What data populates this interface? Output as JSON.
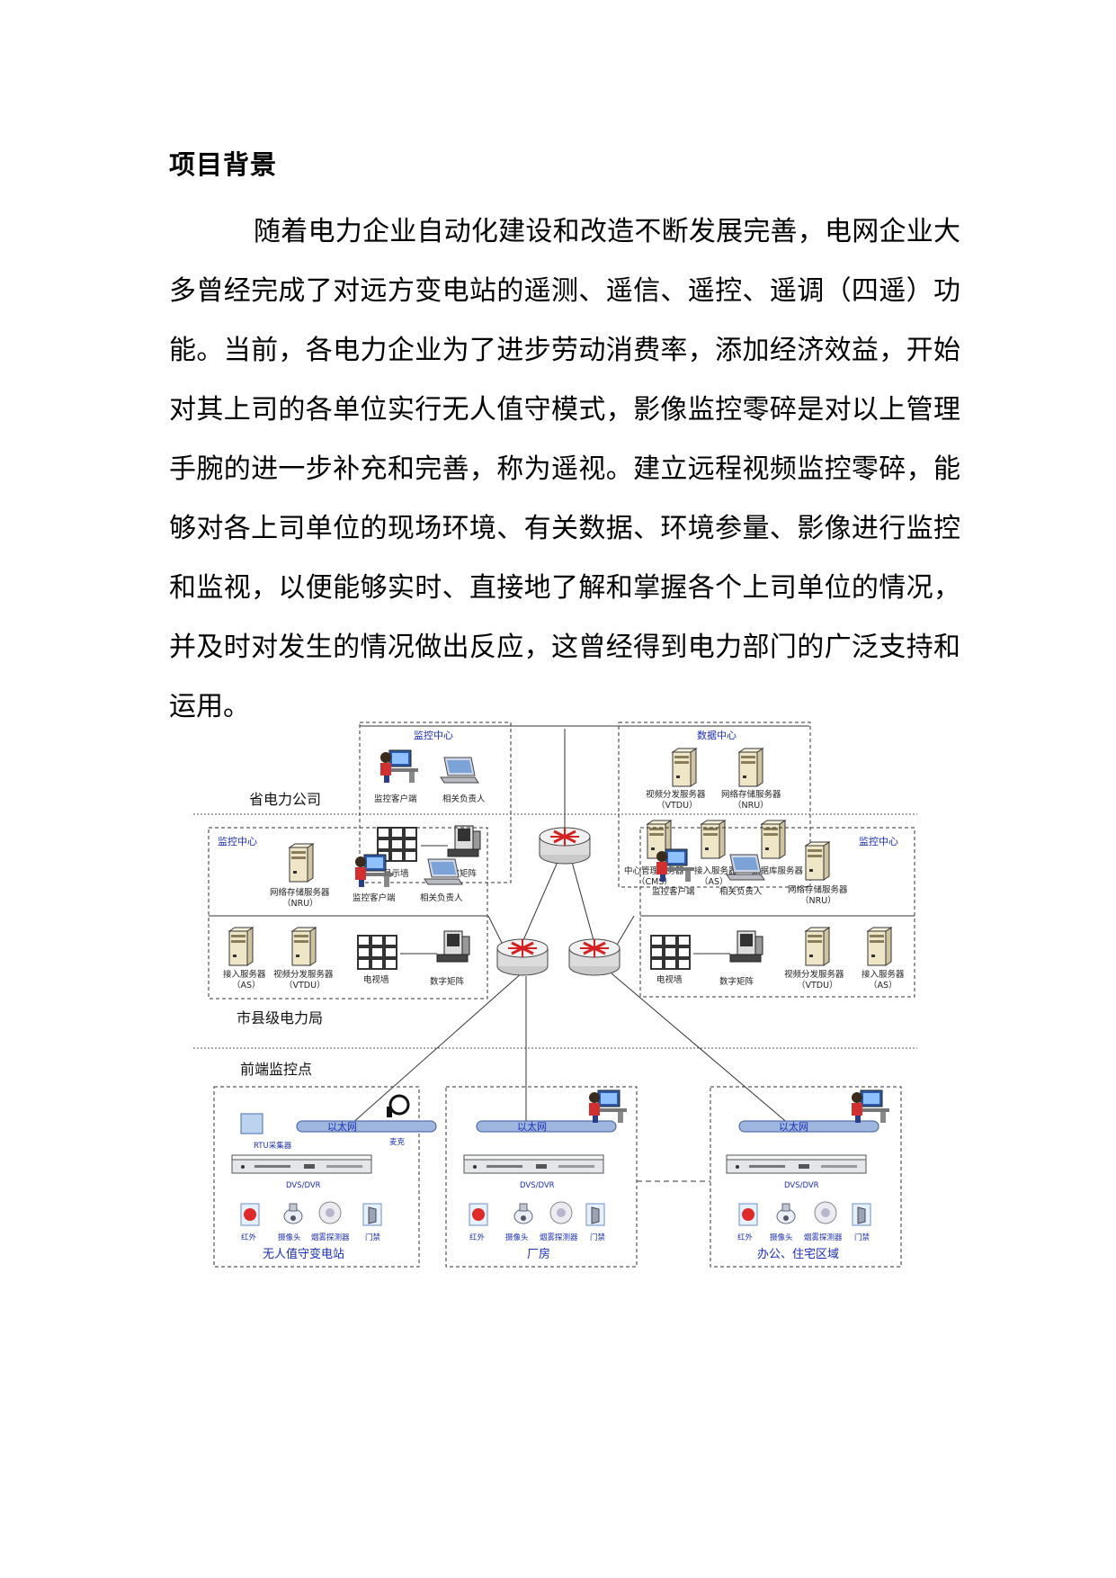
{
  "heading": "项目背景",
  "paragraph": "随着电力企业自动化建设和改造不断发展完善，电网企业大多曾经完成了对远方变电站的遥测、遥信、遥控、遥调（四遥）功能。当前，各电力企业为了进步劳动消费率，添加经济效益，开始对其上司的各单位实行无人值守模式，影像监控零碎是对以上管理手腕的进一步补充和完善，称为遥视。建立远程视频监控零碎，能够对各上司单位的现场环境、有关数据、环境参量、影像进行监控和监视，以便能够实时、直接地了解和掌握各个上司单位的情况，并及时对发生的情况做出反应，这曾经得到电力部门的广泛支持和运用。",
  "diagram": {
    "zones": {
      "province": "省电力公司",
      "city": "市县级电力局",
      "frontend": "前端监控点"
    },
    "province_monitor": {
      "title": "监控中心",
      "client": "监控客户端",
      "responsible": "相关负责人",
      "wall": "显示墙",
      "matrix": "数字矩阵"
    },
    "data_center": {
      "title": "数据中心",
      "vtdu": "视频分发服务器",
      "vtdu_abbr": "（VTDU）",
      "nru": "网络存储服务器",
      "nru_abbr": "（NRU）",
      "cms": "中心管理服务器",
      "cms_abbr": "（CMS）",
      "as": "接入服务器",
      "as_abbr": "（AS）",
      "db": "数据库服务器"
    },
    "city_left": {
      "title": "监控中心",
      "nru": "网络存储服务器",
      "nru_abbr": "（NRU）",
      "client": "监控客户端",
      "responsible": "相关负责人",
      "as": "接入服务器",
      "as_abbr": "（AS）",
      "vtdu": "视频分发服务器",
      "vtdu_abbr": "（VTDU）",
      "tv": "电视墙",
      "matrix": "数字矩阵"
    },
    "city_right": {
      "title": "监控中心",
      "client": "监控客户端",
      "responsible": "相关负责人",
      "nru": "网络存储服务器",
      "nru_abbr": "（NRU）",
      "tv": "电视墙",
      "matrix": "数字矩阵",
      "vtdu": "视频分发服务器",
      "vtdu_abbr": "（VTDU）",
      "as": "接入服务器",
      "as_abbr": "（AS）"
    },
    "sites": {
      "ethernet": "以太网",
      "dvs": "DVS/DVR",
      "rtu": "RTU采集器",
      "mic": "麦克",
      "infrared": "红外",
      "camera": "摄像头",
      "smoke": "烟雾探测器",
      "door": "门禁",
      "site1": "无人值守变电站",
      "site2": "厂房",
      "site3": "办公、住宅区域"
    }
  }
}
